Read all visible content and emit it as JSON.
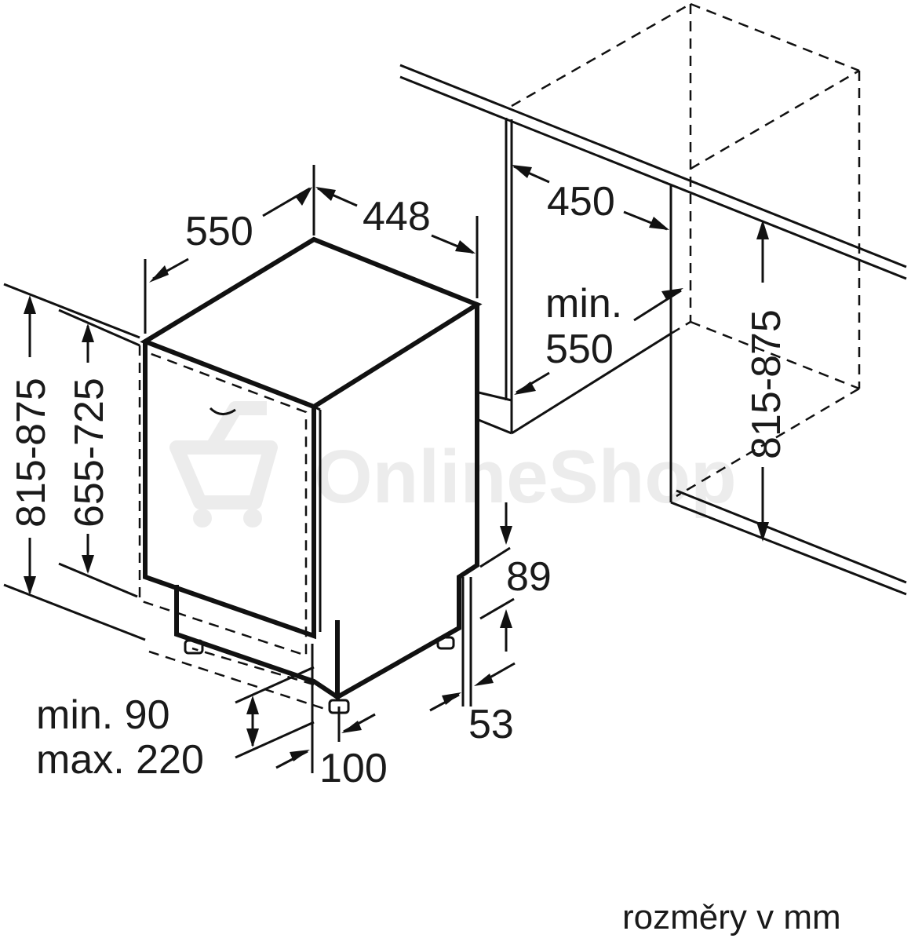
{
  "diagram": {
    "dimensions": {
      "depth": "550",
      "width": "448",
      "niche_width": "450",
      "niche_depth_label": "min.",
      "niche_depth_value": "550",
      "niche_height": "815-875",
      "total_height": "815-875",
      "door_height": "655-725",
      "toe_kick": "89",
      "plinth_offset": "53",
      "plinth_min": "min. 90",
      "plinth_max": "max. 220",
      "plinth_depth": "100"
    },
    "units_note": "rozměry v mm",
    "watermark": "OnlineShop"
  }
}
